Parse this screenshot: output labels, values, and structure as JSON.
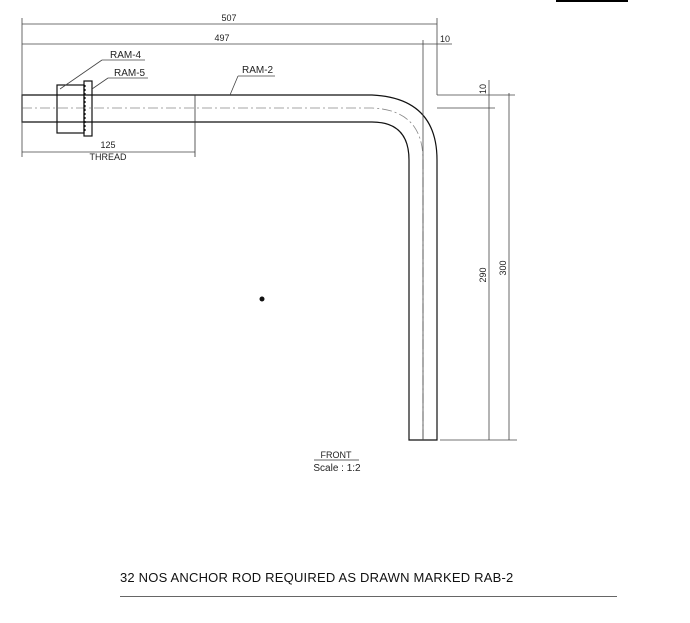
{
  "dimensions": {
    "overall": "507",
    "centerline": "497",
    "offset_h": "10",
    "offset_v": "10",
    "inner_leg": "290",
    "outer_leg": "300",
    "thread": "125",
    "thread_label": "THREAD"
  },
  "labels": {
    "nut": "RAM-4",
    "washer": "RAM-5",
    "rod": "RAM-2"
  },
  "view": {
    "title": "FRONT",
    "scale": "Scale : 1:2"
  },
  "note": "32  NOS ANCHOR ROD REQUIRED AS DRAWN MARKED  RAB-2"
}
